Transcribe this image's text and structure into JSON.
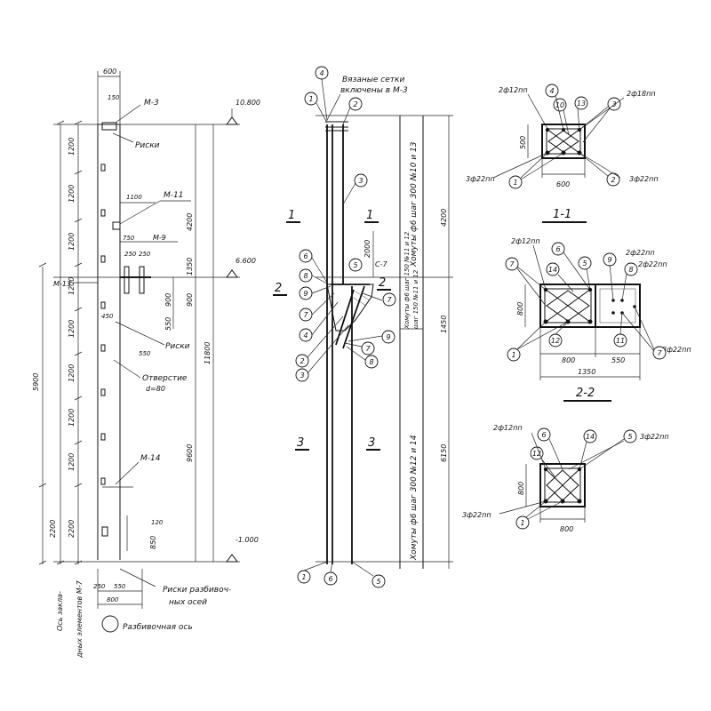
{
  "elevation": {
    "top_width": "600",
    "top_offset": "150",
    "marks": {
      "top": "10.800",
      "middle": "6.600",
      "bottom": "-1.000"
    },
    "left_dims": [
      "1200",
      "1200",
      "1200",
      "1200",
      "1200",
      "1200",
      "1200",
      "1200",
      "2200"
    ],
    "outer_dims": [
      "5900",
      "2200"
    ],
    "right_dims": [
      "4200",
      "1350",
      "900",
      "550",
      "900",
      "850",
      "9600",
      "11800"
    ],
    "labels": {
      "m3": "М-3",
      "m11": "М-11",
      "m9": "М-9",
      "m13": "М-13",
      "m14": "М-14",
      "riski1": "Риски",
      "riski2": "Риски",
      "hole": "Отверстие",
      "hole_dia": "d=80",
      "riski_layout": "Риски разбивоч-",
      "riski_layout2": "ных осей",
      "d1100": "1100",
      "d750": "750",
      "d250a": "250",
      "d250b": "250",
      "d450": "450",
      "d550": "550",
      "b250": "250",
      "b550": "550",
      "b800": "800",
      "d120": "120",
      "vertical_note1": "Ось закла-",
      "vertical_note2": "дных элементов М-7",
      "axis_label": "Разбивочная ось"
    }
  },
  "reinforcement": {
    "note_line1": "Вязаные сетки",
    "note_line2": "включены в М-3",
    "sec1_left": "1",
    "sec1_right": "1",
    "sec2_left": "2",
    "sec2_right": "2",
    "sec3_left": "3",
    "sec3_right": "3",
    "c7": "С-7",
    "dims": {
      "top": "4200",
      "mid": "2000",
      "mid2": "1450",
      "bottom": "6150"
    },
    "strip_texts": {
      "top": "Хомуты ф6 шаг 300 №10 и 13",
      "mid": "Хомуты ф6 шаг 150 №11 и 12",
      "mid2": "шаг 150 №11 и 12",
      "bottom": "Хомуты ф6 шаг 300 №12 и 14"
    },
    "callouts_left": [
      "4",
      "1",
      "2",
      "3",
      "6",
      "8",
      "9",
      "7",
      "4",
      "2",
      "3"
    ],
    "callouts_right": [
      "5",
      "7",
      "9",
      "7",
      "8"
    ],
    "callouts_bottom": [
      "1",
      "6",
      "5"
    ]
  },
  "section_1_1": {
    "title": "1-1",
    "width": "600",
    "height": "500",
    "labels": {
      "top_left": "2ф12пп",
      "top_right": "2ф18пп",
      "bot_left": "3ф22пп",
      "bot_right": "3ф22пп"
    },
    "callouts": [
      "4",
      "10",
      "13",
      "3",
      "1",
      "2"
    ]
  },
  "section_2_2": {
    "title": "2-2",
    "width_left": "800",
    "width_right": "550",
    "width_total": "1350",
    "height": "800",
    "labels": {
      "top_left": "2ф12пп",
      "top_right1": "2ф22пп",
      "top_right2": "2ф22пп",
      "bot_right": "3ф22пп"
    },
    "callouts": [
      "7",
      "6",
      "14",
      "5",
      "9",
      "8",
      "12",
      "11",
      "1",
      "7"
    ]
  },
  "section_3_3": {
    "width": "800",
    "height": "800",
    "labels": {
      "top_left": "2ф12пп",
      "top_right": "3ф22пп",
      "bot_left": "3ф22пп"
    },
    "callouts": [
      "6",
      "14",
      "5",
      "12",
      "1"
    ]
  }
}
